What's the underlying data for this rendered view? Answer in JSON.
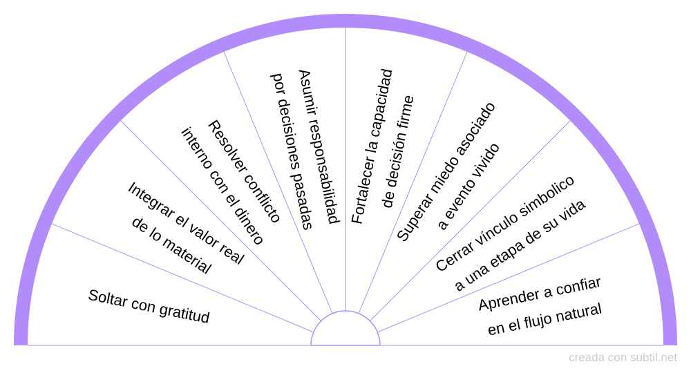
{
  "wheel": {
    "type": "semicircle-sector-chart",
    "sector_count": 8,
    "colors": {
      "band": "#b18cfa",
      "divider": "#b18cfa",
      "center_line": "#d4c0fb",
      "baseline": "#d4c0fb",
      "text": "#000000",
      "background": "#ffffff"
    },
    "sectors": [
      {
        "lines": [
          "Soltar con gratitud"
        ]
      },
      {
        "lines": [
          "Integrar el valor real",
          "de lo material"
        ]
      },
      {
        "lines": [
          "Resolver conflicto",
          "interno con el dinero"
        ]
      },
      {
        "lines": [
          "Asumir responsabilidad",
          "por decisiones pasadas"
        ]
      },
      {
        "lines": [
          "Fortalecer la capacidad",
          "de decisión firme"
        ]
      },
      {
        "lines": [
          "Superar miedo asociado",
          "a evento vivido"
        ]
      },
      {
        "lines": [
          "Cerrar vínculo simbolico",
          "a una etapa de su vida"
        ]
      },
      {
        "lines": [
          "Aprender a confiar",
          "en el flujo natural"
        ]
      }
    ]
  },
  "footer": {
    "credit": "creada con subtil.net"
  }
}
